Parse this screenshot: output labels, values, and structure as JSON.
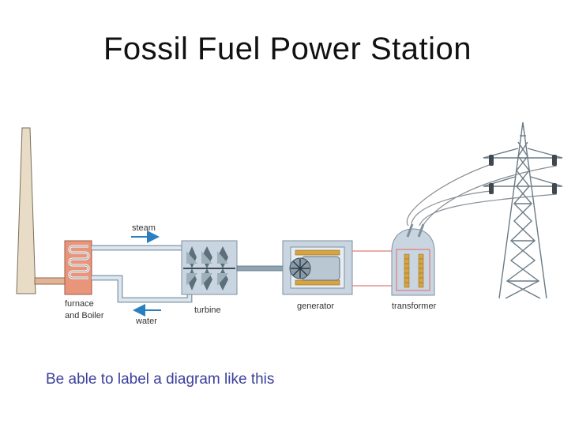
{
  "title": "Fossil Fuel Power Station",
  "caption": "Be able to label a diagram like this",
  "labels": {
    "furnace_line1": "furnace",
    "furnace_line2": "and Boiler",
    "steam": "steam",
    "water": "water",
    "turbine": "turbine",
    "generator": "generator",
    "transformer": "transformer"
  },
  "colors": {
    "caption": "#3b3f9c",
    "arrow": "#2a7fc0",
    "chimney": "#e8dcc6",
    "furnace": "#e8957a",
    "machine_box": "#c9d6e2",
    "pylon": "#6a7b86"
  }
}
